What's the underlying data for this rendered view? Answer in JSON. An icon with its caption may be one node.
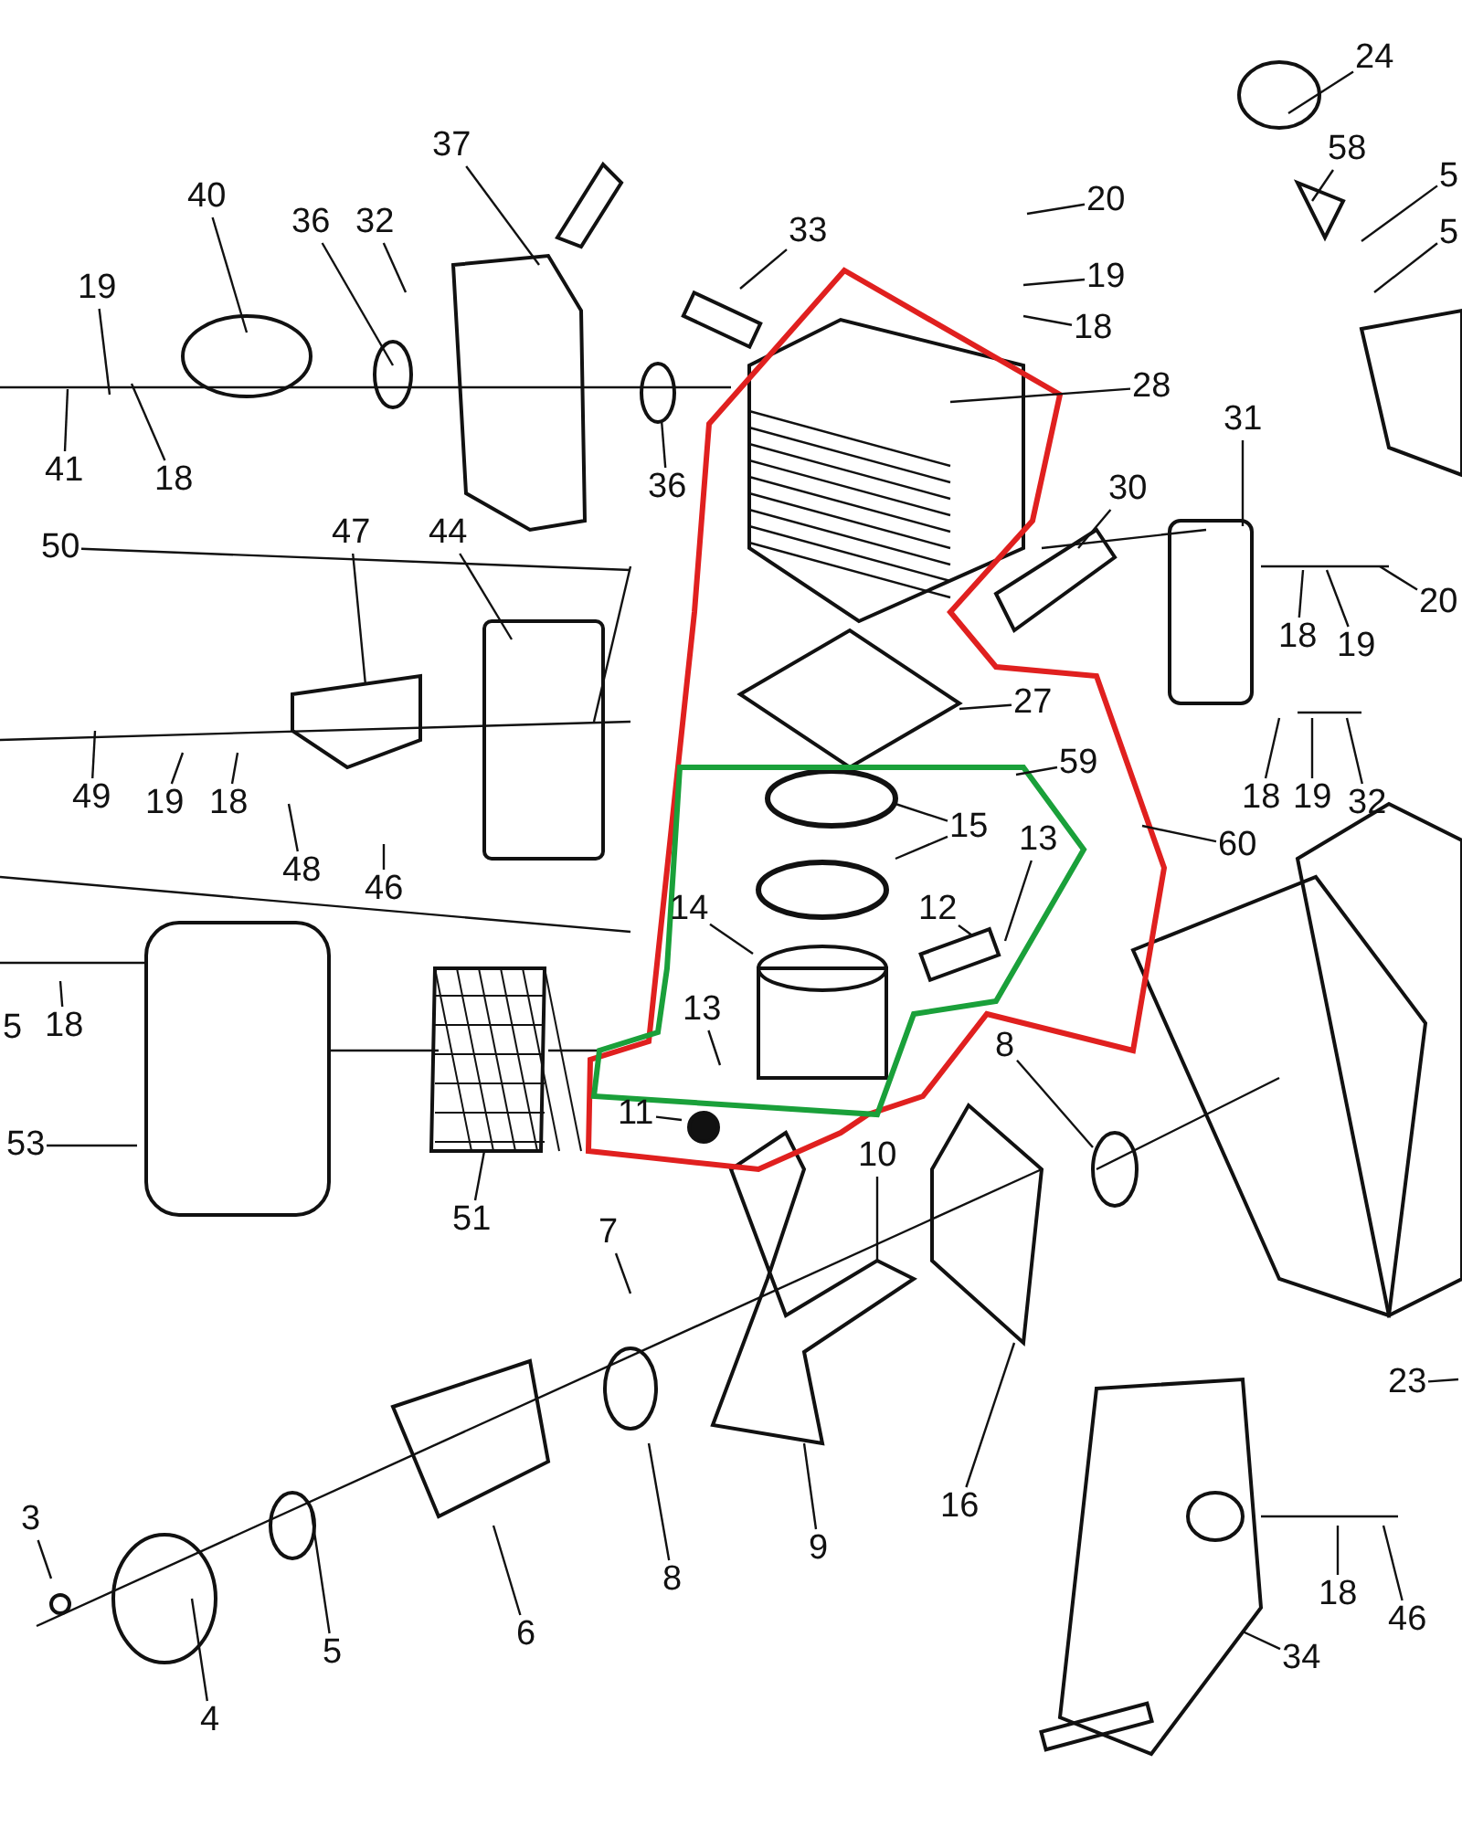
{
  "diagram": {
    "nodes": [
      {
        "text": [
          "37"
        ]
      },
      {
        "text": [
          "40"
        ]
      },
      {
        "text": [
          "36"
        ]
      },
      {
        "text": [
          "32"
        ]
      },
      {
        "text": [
          "33"
        ]
      },
      {
        "text": [
          "20"
        ]
      },
      {
        "text": [
          "19"
        ]
      },
      {
        "text": [
          "18"
        ]
      },
      {
        "text": [
          "24"
        ]
      },
      {
        "text": [
          "58"
        ]
      },
      {
        "text": [
          "5"
        ]
      },
      {
        "text": [
          "5"
        ]
      },
      {
        "text": [
          "19"
        ]
      },
      {
        "text": [
          "41"
        ]
      },
      {
        "text": [
          "18"
        ]
      },
      {
        "text": [
          "28"
        ]
      },
      {
        "text": [
          "36"
        ]
      },
      {
        "text": [
          "30"
        ]
      },
      {
        "text": [
          "31"
        ]
      },
      {
        "text": [
          "20"
        ]
      },
      {
        "text": [
          "50"
        ]
      },
      {
        "text": [
          "47"
        ]
      },
      {
        "text": [
          "44"
        ]
      },
      {
        "text": [
          "18"
        ]
      },
      {
        "text": [
          "19"
        ]
      },
      {
        "text": [
          "27"
        ]
      },
      {
        "text": [
          "18"
        ]
      },
      {
        "text": [
          "19"
        ]
      },
      {
        "text": [
          "32"
        ]
      },
      {
        "text": [
          "59"
        ]
      },
      {
        "text": [
          "49"
        ]
      },
      {
        "text": [
          "19"
        ]
      },
      {
        "text": [
          "18"
        ]
      },
      {
        "text": [
          "15"
        ]
      },
      {
        "text": [
          "60"
        ]
      },
      {
        "text": [
          "13"
        ]
      },
      {
        "text": [
          "48"
        ]
      },
      {
        "text": [
          "46"
        ]
      },
      {
        "text": [
          "14"
        ]
      },
      {
        "text": [
          "12"
        ]
      },
      {
        "text": [
          "13"
        ]
      },
      {
        "text": [
          "18"
        ]
      },
      {
        "text": [
          "8"
        ]
      },
      {
        "text": [
          "11"
        ]
      },
      {
        "text": [
          "53"
        ]
      },
      {
        "text": [
          "10"
        ]
      },
      {
        "text": [
          "51"
        ]
      },
      {
        "text": [
          "7"
        ]
      },
      {
        "text": [
          "23"
        ]
      },
      {
        "text": [
          "16"
        ]
      },
      {
        "text": [
          "9"
        ]
      },
      {
        "text": [
          "8"
        ]
      },
      {
        "text": [
          "18"
        ]
      },
      {
        "text": [
          "6"
        ]
      },
      {
        "text": [
          "46"
        ]
      },
      {
        "text": [
          "34"
        ]
      },
      {
        "text": [
          "3"
        ]
      },
      {
        "text": [
          "5"
        ]
      },
      {
        "text": [
          "4"
        ]
      }
    ],
    "edges": [
      {
        "from": 0,
        "to": null,
        "arrow": "none"
      },
      {
        "from": 1,
        "to": null,
        "arrow": "none"
      },
      {
        "from": 2,
        "to": null,
        "arrow": "none"
      },
      {
        "from": 3,
        "to": null,
        "arrow": "none"
      },
      {
        "from": 4,
        "to": null,
        "arrow": "none"
      },
      {
        "from": 5,
        "to": null,
        "arrow": "none"
      },
      {
        "from": 6,
        "to": null,
        "arrow": "none"
      },
      {
        "from": 7,
        "to": null,
        "arrow": "none"
      },
      {
        "from": 8,
        "to": null,
        "arrow": "none"
      },
      {
        "from": 9,
        "to": null,
        "arrow": "none"
      },
      {
        "from": 10,
        "to": null,
        "arrow": "none"
      },
      {
        "from": 11,
        "to": null,
        "arrow": "none"
      },
      {
        "from": 12,
        "to": null,
        "arrow": "none"
      },
      {
        "from": 13,
        "to": null,
        "arrow": "none"
      },
      {
        "from": 14,
        "to": null,
        "arrow": "none"
      },
      {
        "from": 15,
        "to": null,
        "arrow": "none"
      },
      {
        "from": 16,
        "to": null,
        "arrow": "none"
      },
      {
        "from": 17,
        "to": null,
        "arrow": "none"
      },
      {
        "from": 18,
        "to": null,
        "arrow": "none"
      },
      {
        "from": 19,
        "to": null,
        "arrow": "none"
      },
      {
        "from": 20,
        "to": null,
        "arrow": "none"
      },
      {
        "from": 21,
        "to": null,
        "arrow": "none"
      },
      {
        "from": 22,
        "to": null,
        "arrow": "none"
      },
      {
        "from": 23,
        "to": null,
        "arrow": "none"
      },
      {
        "from": 24,
        "to": null,
        "arrow": "none"
      },
      {
        "from": 25,
        "to": null,
        "arrow": "none"
      },
      {
        "from": 26,
        "to": null,
        "arrow": "none"
      },
      {
        "from": 27,
        "to": null,
        "arrow": "none"
      },
      {
        "from": 28,
        "to": null,
        "arrow": "none"
      },
      {
        "from": 29,
        "to": null,
        "arrow": "none"
      },
      {
        "from": 30,
        "to": null,
        "arrow": "none"
      },
      {
        "from": 31,
        "to": null,
        "arrow": "none"
      },
      {
        "from": 32,
        "to": null,
        "arrow": "none"
      },
      {
        "from": 33,
        "to": null,
        "arrow": "none"
      },
      {
        "from": 33,
        "to": null,
        "arrow": "none"
      },
      {
        "from": 34,
        "to": null,
        "arrow": "none"
      },
      {
        "from": 35,
        "to": null,
        "arrow": "none"
      },
      {
        "from": 36,
        "to": null,
        "arrow": "none"
      },
      {
        "from": 37,
        "to": null,
        "arrow": "none"
      },
      {
        "from": 38,
        "to": null,
        "arrow": "none"
      },
      {
        "from": 39,
        "to": null,
        "arrow": "none"
      },
      {
        "from": 40,
        "to": null,
        "arrow": "none"
      },
      {
        "from": 41,
        "to": null,
        "arrow": "none"
      },
      {
        "from": 42,
        "to": null,
        "arrow": "none"
      },
      {
        "from": 43,
        "to": null,
        "arrow": "none"
      },
      {
        "from": 44,
        "to": null,
        "arrow": "none"
      },
      {
        "from": 45,
        "to": null,
        "arrow": "none"
      },
      {
        "from": 46,
        "to": null,
        "arrow": "none"
      },
      {
        "from": 47,
        "to": null,
        "arrow": "none"
      },
      {
        "from": 48,
        "to": null,
        "arrow": "none"
      },
      {
        "from": 49,
        "to": null,
        "arrow": "none"
      },
      {
        "from": 50,
        "to": null,
        "arrow": "none"
      },
      {
        "from": 51,
        "to": null,
        "arrow": "none"
      },
      {
        "from": 52,
        "to": null,
        "arrow": "none"
      },
      {
        "from": 53,
        "to": null,
        "arrow": "none"
      },
      {
        "from": 54,
        "to": null,
        "arrow": "none"
      },
      {
        "from": 55,
        "to": null,
        "arrow": "none"
      },
      {
        "from": 56,
        "to": null,
        "arrow": "none"
      },
      {
        "from": 57,
        "to": null,
        "arrow": "none"
      },
      {
        "from": 58,
        "to": null,
        "arrow": "none"
      }
    ],
    "labels": [
      "5"
    ]
  }
}
